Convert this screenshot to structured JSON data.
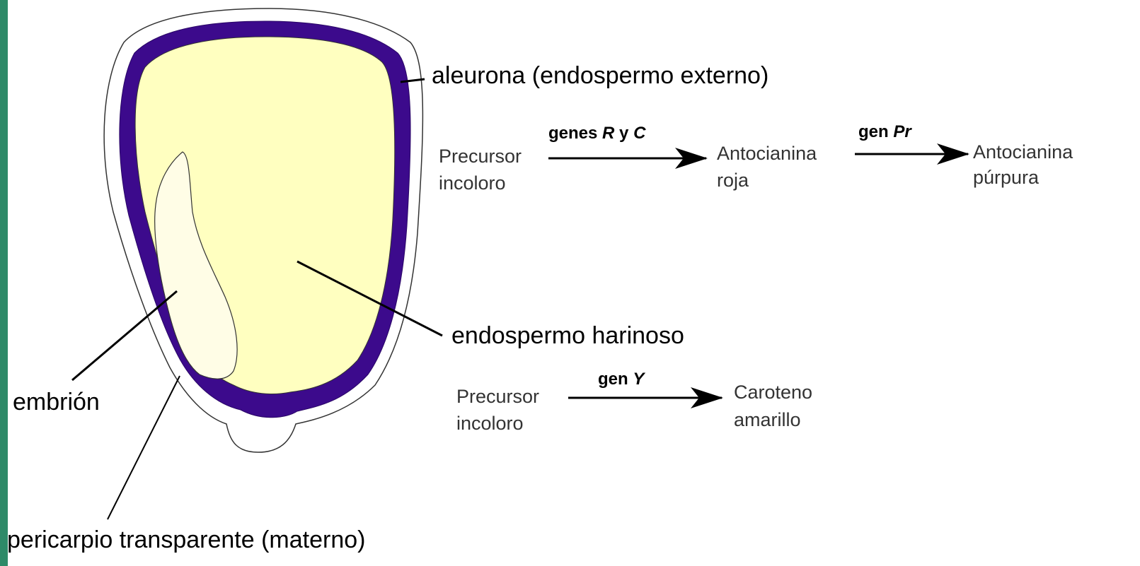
{
  "labels": {
    "aleurona": "aleurona (endospermo externo)",
    "endospermo": "endospermo harinoso",
    "embrion": "embrión",
    "pericarpio": "pericarpio transparente (materno)"
  },
  "pathway_anthocyanin": {
    "start_line1": "Precursor",
    "start_line2": "incoloro",
    "step1_gene_prefix": "genes ",
    "step1_gene_R": "R",
    "step1_gene_y": " y ",
    "step1_gene_C": "C",
    "mid_line1": "Antocianina",
    "mid_line2": "roja",
    "step2_gene_prefix": "gen ",
    "step2_gene_Pr": "Pr",
    "end_line1": "Antocianina",
    "end_line2": "púrpura"
  },
  "pathway_carotene": {
    "start_line1": "Precursor",
    "start_line2": "incoloro",
    "gene_prefix": "gen ",
    "gene_Y": "Y",
    "end_line1": "Caroteno",
    "end_line2": "amarillo"
  },
  "colors": {
    "aleurone": "#3c0a8c",
    "endosperm": "#ffffc0",
    "embryo": "#fffde6",
    "sidebar": "#2e8a68"
  }
}
